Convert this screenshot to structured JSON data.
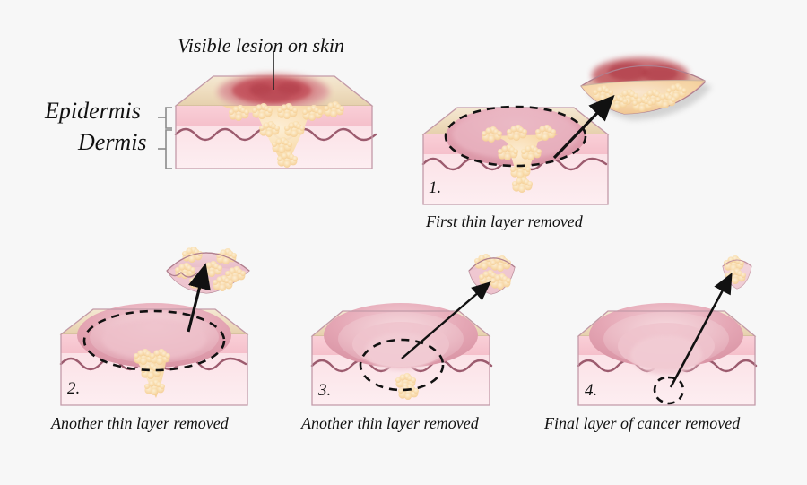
{
  "figure": {
    "title_note": "Mohs surgery stages diagram",
    "background_color": "#f7f7f7",
    "annotations": {
      "lesion_label": "Visible lesion on skin",
      "epidermis_label": "Epidermis",
      "dermis_label": "Dermis"
    },
    "panels": [
      {
        "number": "1.",
        "caption": "First thin layer removed",
        "has_dashed_outline": true,
        "has_specimen": true,
        "has_arrow": true
      },
      {
        "number": "2.",
        "caption": "Another thin layer removed",
        "has_dashed_outline": true,
        "has_specimen": true,
        "has_arrow": true
      },
      {
        "number": "3.",
        "caption": "Another thin layer removed",
        "has_dashed_outline": true,
        "has_specimen": true,
        "has_arrow": true
      },
      {
        "number": "4.",
        "caption": "Final layer of cancer removed",
        "has_dashed_outline": true,
        "has_specimen": true,
        "has_arrow": true
      }
    ],
    "colors": {
      "skin_top": "#ecd9b8",
      "skin_top_light": "#f3e6ce",
      "epidermis": "#f7c9d2",
      "dermis": "#fadfe5",
      "dermis_deep": "#fbe8ec",
      "junction_line": "#9c5b6e",
      "crater_fill": "#e7a9b6",
      "crater_light": "#f0bfc9",
      "tumor": "#f8d9a8",
      "tumor_light": "#fdeccb",
      "lesion_red": "#c8555f",
      "lesion_red_light": "#dd8a8f",
      "outline": "#b07f8e",
      "dashed": "#111111",
      "arrow": "#111111",
      "text": "#111111"
    }
  }
}
